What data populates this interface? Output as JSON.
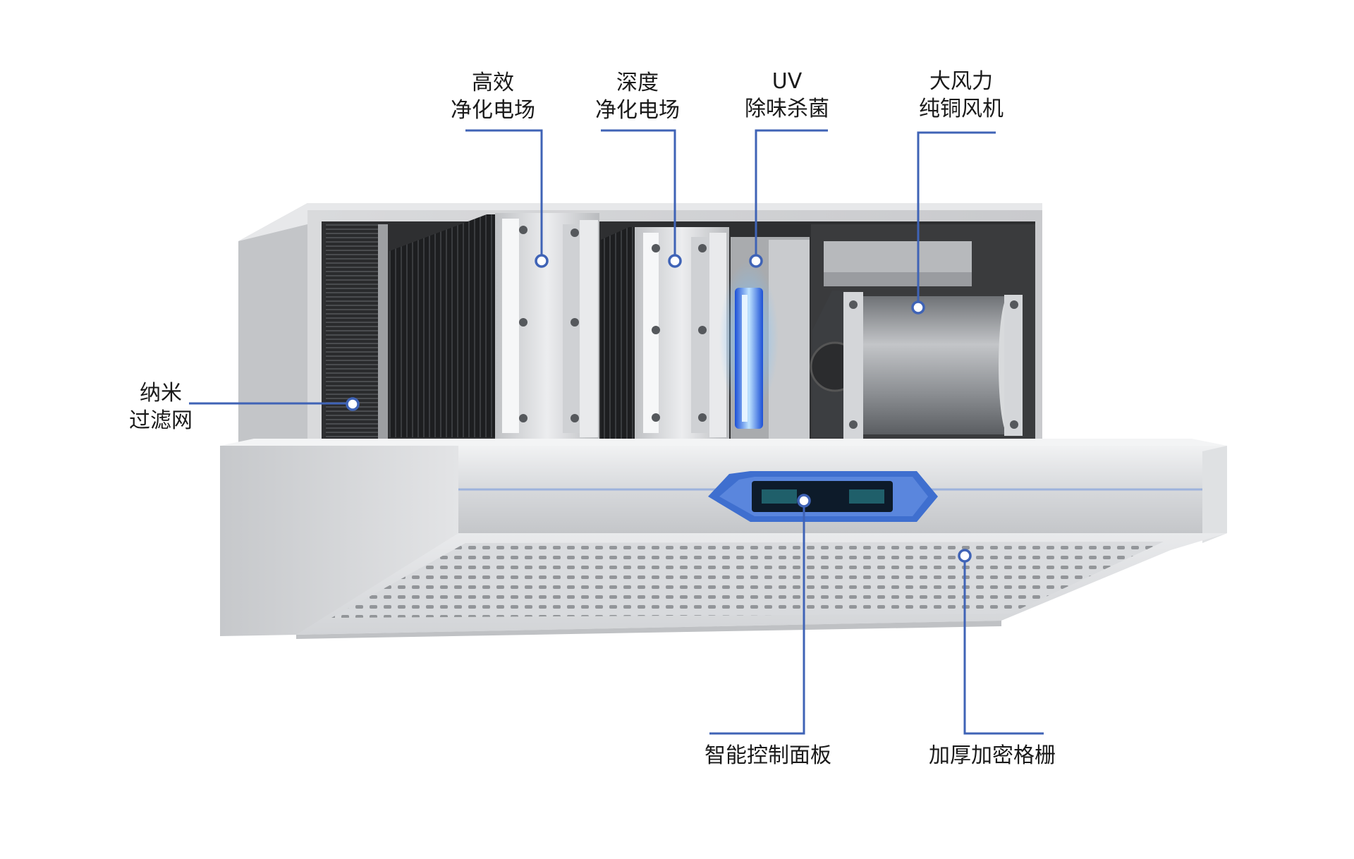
{
  "callouts": [
    {
      "id": "nano-filter",
      "lines": [
        "纳米",
        "过滤网"
      ]
    },
    {
      "id": "hv-electric-field",
      "lines": [
        "高效",
        "净化电场"
      ]
    },
    {
      "id": "deep-electric-field",
      "lines": [
        "深度",
        "净化电场"
      ]
    },
    {
      "id": "uv-sterilizer",
      "lines": [
        "UV",
        "除味杀菌"
      ]
    },
    {
      "id": "copper-fan",
      "lines": [
        "大风力",
        "纯铜风机"
      ]
    },
    {
      "id": "control-panel",
      "lines": [
        "智能控制面板"
      ]
    },
    {
      "id": "dense-grille",
      "lines": [
        "加厚加密格栅"
      ]
    }
  ],
  "colors": {
    "leader": "#3f63b6",
    "marker": "#3f63b6",
    "text": "#1a1a1a",
    "uv_glow": "#4aa3ff"
  }
}
